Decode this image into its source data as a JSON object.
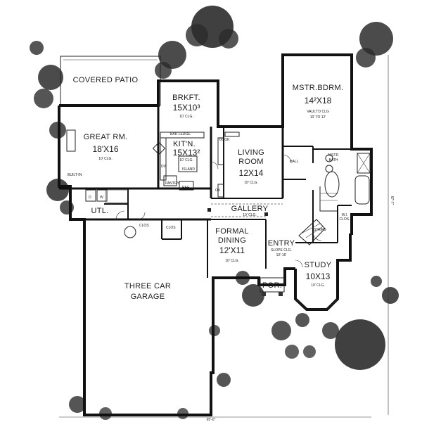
{
  "rooms": {
    "covered_patio": "COVERED PATIO",
    "brkft": "BRKFT.",
    "brkft_dim": "15X10³",
    "brkft_clg": "10' CLG.",
    "great_rm": "GREAT RM.",
    "great_rm_dim": "18'X16",
    "great_rm_clg": "10' CLG.",
    "bar_ledge": "BAR LEDGE",
    "kitn": "KIT'N.",
    "kitn_dim": "15X13²",
    "kitn_clg": "10' CLG.",
    "island": "ISLAND",
    "pantry": "PANTRY",
    "ref": "REF",
    "book": "BOOK",
    "living_room": "LIVING",
    "living_room_2": "ROOM",
    "living_room_dim": "12X14",
    "living_room_clg": "10' CLG.",
    "mstr_bdrm": "MSTR.BDRM.",
    "mstr_bdrm_dim": "14²X18",
    "mstr_bdrm_clg1": "VAULT'D CLG",
    "mstr_bdrm_clg2": "10' TO 12'",
    "hall": "HALL",
    "mstr_bath": "MSTR",
    "mstr_bath_2": "BATH",
    "wic": "W.I.",
    "wic_2": "CLOS.",
    "built_in": "BUILT-IN",
    "d": "D",
    "w": "W",
    "utl": "UTL.",
    "clos": "CLOS",
    "gallery": "GALLERY",
    "gallery_clg": "10' CLG.",
    "formal_dining": "FORMAL",
    "formal_dining_2": "DINING",
    "formal_dining_dim": "12'X11",
    "formal_dining_clg": "10' CLG.",
    "entry": "ENTRY",
    "entry_clg": "SLOPE CLG.",
    "entry_clg2": "10'-16'",
    "stairs": "STAIRS",
    "study": "STUDY",
    "study_dim": "10X13",
    "study_clg": "10' CLG.",
    "por": "POR.",
    "garage": "THREE CAR",
    "garage_2": "GARAGE",
    "dv": "DV",
    "ov": "OV"
  },
  "dimensions": {
    "width": "65'-0\"",
    "depth": "67'-7\""
  }
}
